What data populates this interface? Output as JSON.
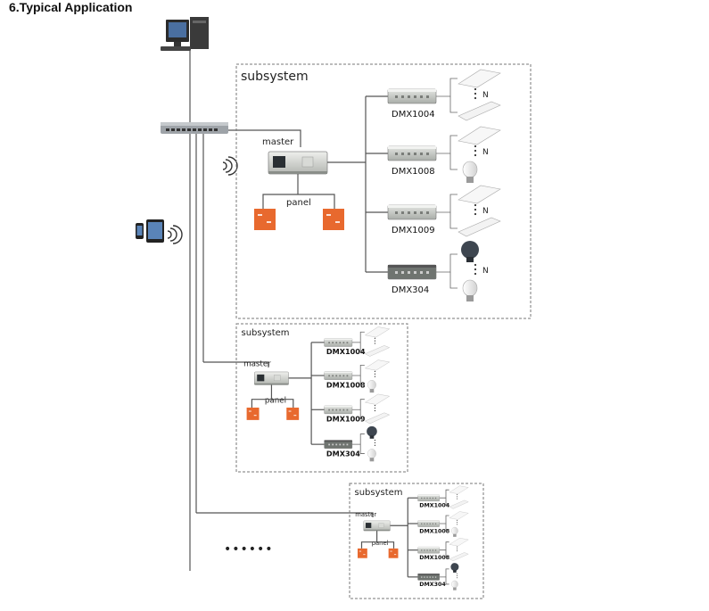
{
  "title": "6.Typical Application",
  "continuation": "••••••",
  "subsystems": [
    {
      "label": "subsystem",
      "master_label": "master",
      "panel_label": "panel",
      "devices": [
        {
          "label": "DMX1004",
          "light_count": "N"
        },
        {
          "label": "DMX1008",
          "light_count": "N"
        },
        {
          "label": "DMX1009",
          "light_count": "N"
        },
        {
          "label": "DMX304",
          "light_count": "N"
        }
      ]
    },
    {
      "label": "subsystem",
      "master_label": "master",
      "panel_label": "panel",
      "devices": [
        {
          "label": "DMX1004"
        },
        {
          "label": "DMX1008"
        },
        {
          "label": "DMX1009"
        },
        {
          "label": "DMX304"
        }
      ]
    },
    {
      "label": "subsystem",
      "master_label": "master",
      "panel_label": "panel",
      "devices": [
        {
          "label": "DMX1004"
        },
        {
          "label": "DMX1008"
        },
        {
          "label": "DMX1008"
        },
        {
          "label": "DMX304"
        }
      ]
    }
  ],
  "icons": {
    "computer": "desktop-computer-icon",
    "switch": "network-switch-icon",
    "wireless": "wireless-signal-icon",
    "mobile": "mobile-devices-icon"
  },
  "colors": {
    "panel": "#e8692e",
    "line": "#555555",
    "device": "#c9ccc8"
  }
}
